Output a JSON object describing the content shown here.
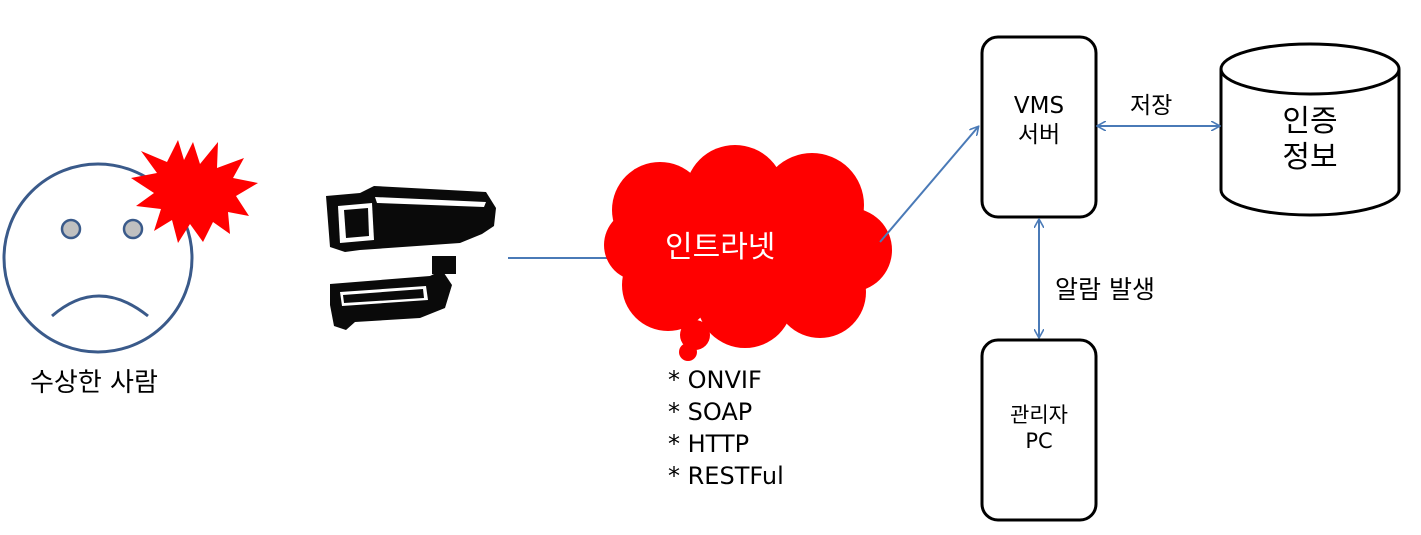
{
  "person": {
    "label": "수상한 사람",
    "icon": "sad-face-icon"
  },
  "camera": {
    "icon": "cctv-camera-icon"
  },
  "intranet": {
    "label": "인트라넷",
    "protocols": [
      "* ONVIF",
      "* SOAP",
      "* HTTP",
      "* RESTFul"
    ]
  },
  "vms_server": {
    "line1": "VMS",
    "line2": "서버"
  },
  "auth_db": {
    "line1": "인증",
    "line2": "정보"
  },
  "admin_pc": {
    "line1": "관리자",
    "line2": "PC"
  },
  "edges": {
    "store_label": "저장",
    "alarm_label": "알람 발생"
  },
  "colors": {
    "alert_red": "#ff0000",
    "face_stroke": "#3a5a8a",
    "arrow_blue": "#4a7ab7",
    "eye_fill": "#c0c0c0",
    "camera_black": "#0a0a0a"
  }
}
